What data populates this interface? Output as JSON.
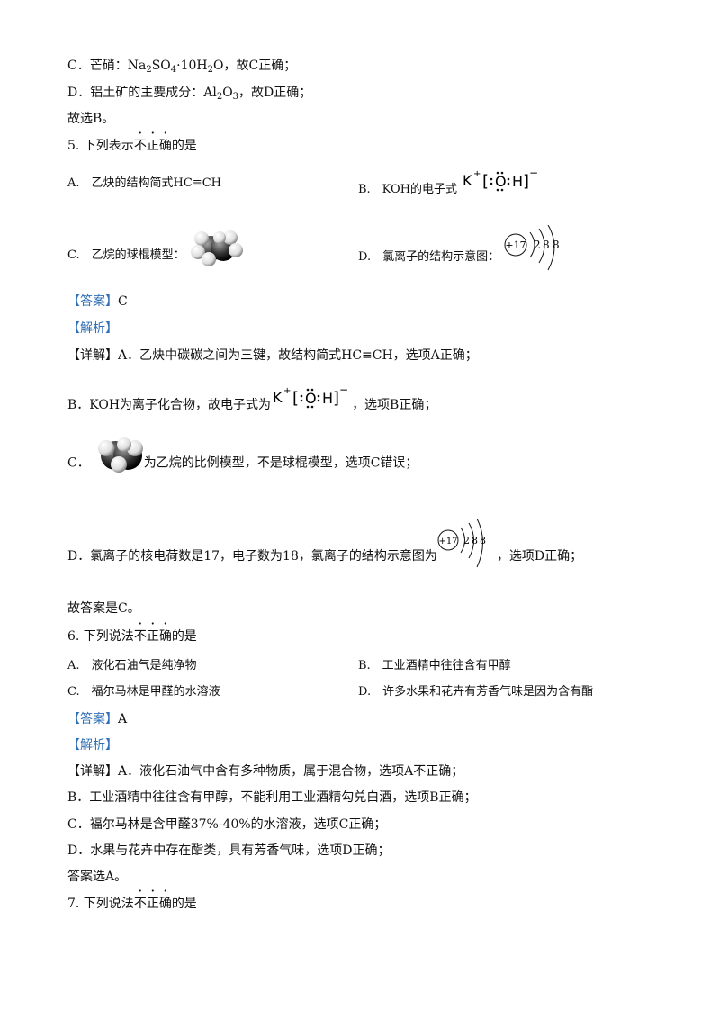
{
  "prev": {
    "c_pre": "C．芒硝：Na",
    "c_sub1": "2",
    "c_mid": "SO",
    "c_sub2": "4",
    "c_post": "·10H",
    "c_sub3": "2",
    "c_end": "O，故C正确；",
    "d_pre": "D．铝土矿的主要成分：Al",
    "d_sub1": "2",
    "d_mid": "O",
    "d_sub2": "3",
    "d_end": "，故D正确；",
    "conclusion": "故选B。"
  },
  "q5": {
    "stem_pre": "5. 下列表示",
    "stem_dot1": "不",
    "stem_dot2": "正",
    "stem_dot3": "确",
    "stem_post": "的是",
    "opt_a": "A.　乙炔的结构简式HC≡CH",
    "opt_b": "B.　KOH的电子式",
    "opt_c": "C.　乙烷的球棍模型：",
    "opt_d": "D.　氯离子的结构示意图：",
    "answer_tag": "【答案】",
    "answer": "C",
    "analysis_tag": "【解析】",
    "detail_a": "【详解】A．乙炔中碳碳之间为三键，故结构简式HC≡CH，选项A正确；",
    "detail_b_pre": "B．KOH为离子化合物，故电子式为",
    "detail_b_post": "，选项B正确；",
    "detail_c_pre": "C．",
    "detail_c_post": "为乙烷的比例模型，不是球棍模型，选项C错误；",
    "detail_d_pre": "D．氯离子的核电荷数是17，电子数为18，氯离子的结构示意图为",
    "detail_d_post": "，选项D正确；",
    "conclusion": "故答案是C。"
  },
  "formula": {
    "k": "K",
    "plus": "+",
    "lb": "[",
    "o": "O",
    "h": "H",
    "rb": "]",
    "minus": "−"
  },
  "ion": {
    "nucleus": "+17",
    "shells": [
      "2",
      "8",
      "8"
    ]
  },
  "q6": {
    "stem_pre": "6. 下列说法",
    "stem_dot1": "不",
    "stem_dot2": "正",
    "stem_dot3": "确",
    "stem_post": "的是",
    "opt_a": "A.　液化石油气是纯净物",
    "opt_b": "B.　工业酒精中往往含有甲醇",
    "opt_c": "C.　福尔马林是甲醛的水溶液",
    "opt_d": "D.　许多水果和花卉有芳香气味是因为含有酯",
    "answer_tag": "【答案】",
    "answer": "A",
    "analysis_tag": "【解析】",
    "detail_a": "【详解】A．液化石油气中含有多种物质，属于混合物，选项A不正确；",
    "detail_b": "B．工业酒精中往往含有甲醇，不能利用工业酒精勾兑白酒，选项B正确；",
    "detail_c": "C．福尔马林是含甲醛37%-40%的水溶液，选项C正确；",
    "detail_d": "D．水果与花卉中存在酯类，具有芳香气味，选项D正确；",
    "conclusion": "答案选A。"
  },
  "q7": {
    "stem_pre": "7. 下列说法",
    "stem_dot1": "不",
    "stem_dot2": "正",
    "stem_dot3": "确",
    "stem_post": "的是"
  }
}
